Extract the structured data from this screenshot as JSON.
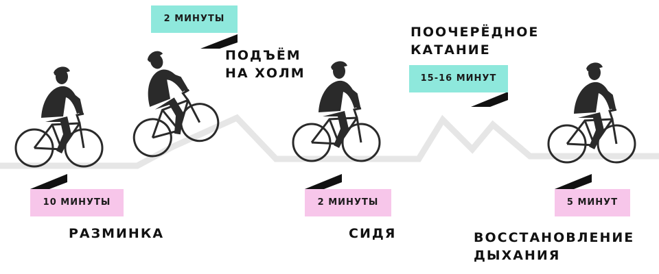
{
  "colors": {
    "road": "#e6e6e6",
    "teal_badge": "#8ee8dc",
    "pink_badge": "#f7c6ea",
    "pointer": "#111111",
    "rider": "#2a2a2a"
  },
  "icons": [
    "bicycle-rider-icon",
    "pointer-triangle-icon"
  ],
  "stages": [
    {
      "id": "warmup",
      "duration": "10 МИНУТЫ",
      "label_lines": [
        "РАЗМИНКА"
      ],
      "badge_color": "pink"
    },
    {
      "id": "hill",
      "duration": "2 МИНУТЫ",
      "label_lines": [
        "ПОДЪЁМ",
        "НА ХОЛМ"
      ],
      "badge_color": "teal"
    },
    {
      "id": "seated",
      "duration": "2 МИНУТЫ",
      "label_lines": [
        "СИДЯ"
      ],
      "badge_color": "pink"
    },
    {
      "id": "alternating",
      "duration": "15-16 МИНУТ",
      "label_lines": [
        "ПООЧЕРЁДНОЕ",
        "КАТАНИЕ"
      ],
      "badge_color": "teal"
    },
    {
      "id": "recovery",
      "duration": "5 МИНУТ",
      "label_lines": [
        "ВОССТАНОВЛЕНИЕ",
        "ДЫХАНИЯ"
      ],
      "badge_color": "pink"
    }
  ]
}
